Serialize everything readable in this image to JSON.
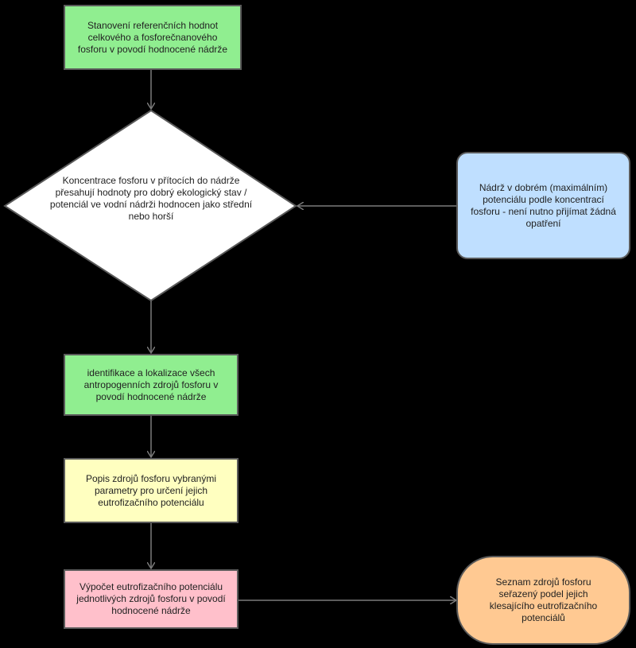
{
  "nodes": {
    "reference": "Stanovení referenčních hodnot celkového a fosforečnanového fosforu v povodí hodnocené nádrže",
    "decision": "Koncentrace fosforu v přítocích do nádrže přesahují hodnoty pro dobrý ekologický stav / potenciál ve vodní nádrži hodnocen jako střední nebo horší",
    "good_state": "Nádrž v dobrém (maximálním) potenciálu podle koncentrací fosforu - není nutno přijímat žádná opatření",
    "identify": "identifikace a lokalizace všech antropogenních zdrojů fosforu v povodí hodnocené nádrže",
    "describe": "Popis zdrojů fosforu vybranými parametry pro určení jejich eutrofizačního potenciálu",
    "calculate": "Výpočet eutrofizačního potenciálu jednotlivých zdrojů fosforu v povodí hodnocené nádrže",
    "ranking": "Seznam zdrojů fosforu seřazený podel jejich klesajícího eutrofizačního potenciálů"
  },
  "colors": {
    "background": "#000000",
    "green": "#90ee90",
    "white": "#ffffff",
    "blue": "#bfdfff",
    "yellow": "#ffffc0",
    "pink": "#ffc0cb",
    "orange": "#ffc992",
    "line": "#7a7a7a"
  }
}
